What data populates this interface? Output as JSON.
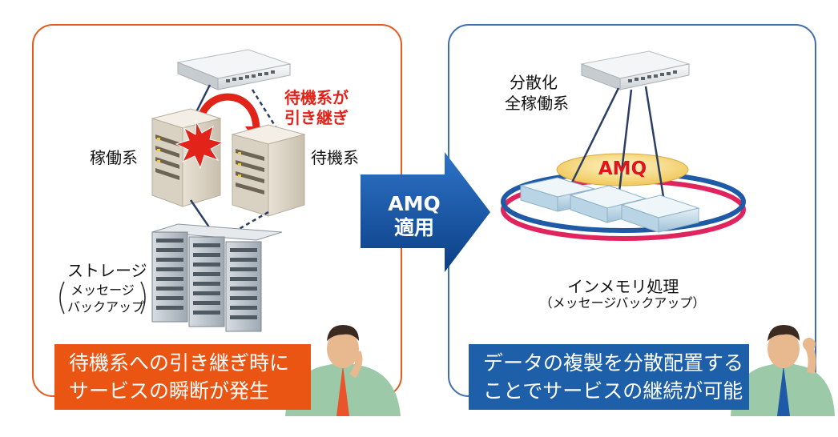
{
  "left_panel": {
    "failover_label_line1": "待機系が",
    "failover_label_line2": "引き継ぎ",
    "active_label": "稼働系",
    "standby_label": "待機系",
    "storage_label": "ストレージ",
    "storage_note_line1": "メッセージ",
    "storage_note_line2": "バックアップ",
    "banner_line1": "待機系への引き継ぎ時に",
    "banner_line2": "サービスの瞬断が発生"
  },
  "arrow": {
    "line1": "AMQ",
    "line2": "適用"
  },
  "right_panel": {
    "distributed_line1": "分散化",
    "distributed_line2": "全稼働系",
    "amq_label": "AMQ",
    "inmemory_label": "インメモリ処理",
    "inmemory_note": "（メッセージバックアップ）",
    "banner_line1": "データの複製を分散配置する",
    "banner_line2": "ことでサービスの継続が可能"
  },
  "colors": {
    "left_accent": "#ea5513",
    "right_accent": "#1d5fa8",
    "alert_red": "#e2231a",
    "ring_blue": "#1f5aa6",
    "ring_pink": "#e0245e",
    "amq_oval": "#f6d67a"
  }
}
